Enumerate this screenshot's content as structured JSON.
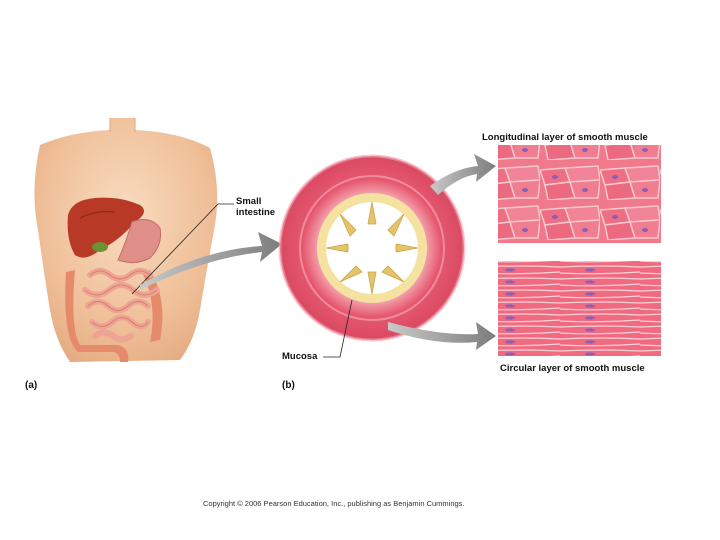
{
  "labels": {
    "small_intestine_line1": "Small",
    "small_intestine_line2": "intestine",
    "mucosa": "Mucosa",
    "longitudinal": "Longitudinal layer of smooth muscle",
    "circular": "Circular layer of smooth muscle",
    "panel_a": "(a)",
    "panel_b": "(b)"
  },
  "copyright": "Copyright © 2006 Pearson Education, Inc., publishing as Benjamin Cummings.",
  "colors": {
    "skin": "#f3c9a3",
    "muscle": "#e85a73",
    "mucosa": "#e9cf7a",
    "liver": "#b83a26",
    "arrow": "#8a8a8a"
  }
}
